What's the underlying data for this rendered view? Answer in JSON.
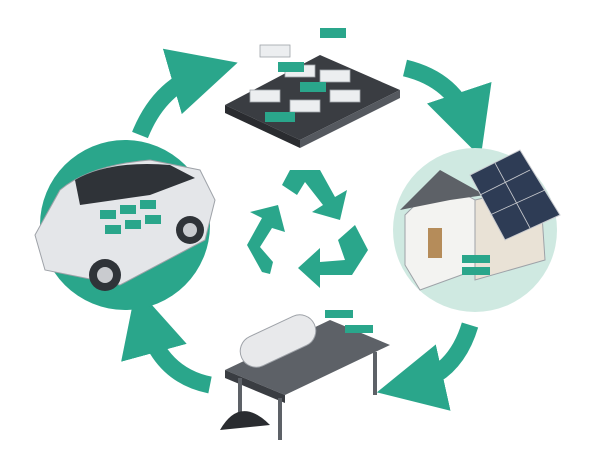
{
  "colors": {
    "accent": "#2aa68b",
    "accent_light": "#cfe9e1",
    "dark": "#3a3d42",
    "grey": "#c9cbcf",
    "light": "#eceef0"
  },
  "icons": [
    "recycle-icon",
    "cycle-arrow-icon",
    "electric-car",
    "battery-pack",
    "solar-house",
    "recycling-conveyor"
  ]
}
